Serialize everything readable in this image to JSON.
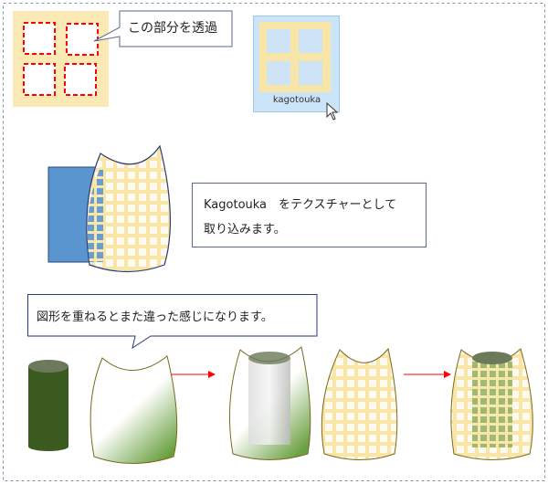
{
  "callout_top": "この部分を透過",
  "icon": {
    "label": "kagotouka",
    "name": "texture-file-icon"
  },
  "info_box": {
    "line1": "Kagotouka　をテクスチャーとして",
    "line2": "取り込みます。"
  },
  "callout_bottom": "図形を重ねるとまた違った感じになります。",
  "colors": {
    "lattice": "#fbe9b5",
    "marker": "#ff0000",
    "blue_rect": "#5b95d0",
    "cylinder": "#3a5a20",
    "arrow": "#ff0000",
    "selection": "#cce4f7"
  }
}
